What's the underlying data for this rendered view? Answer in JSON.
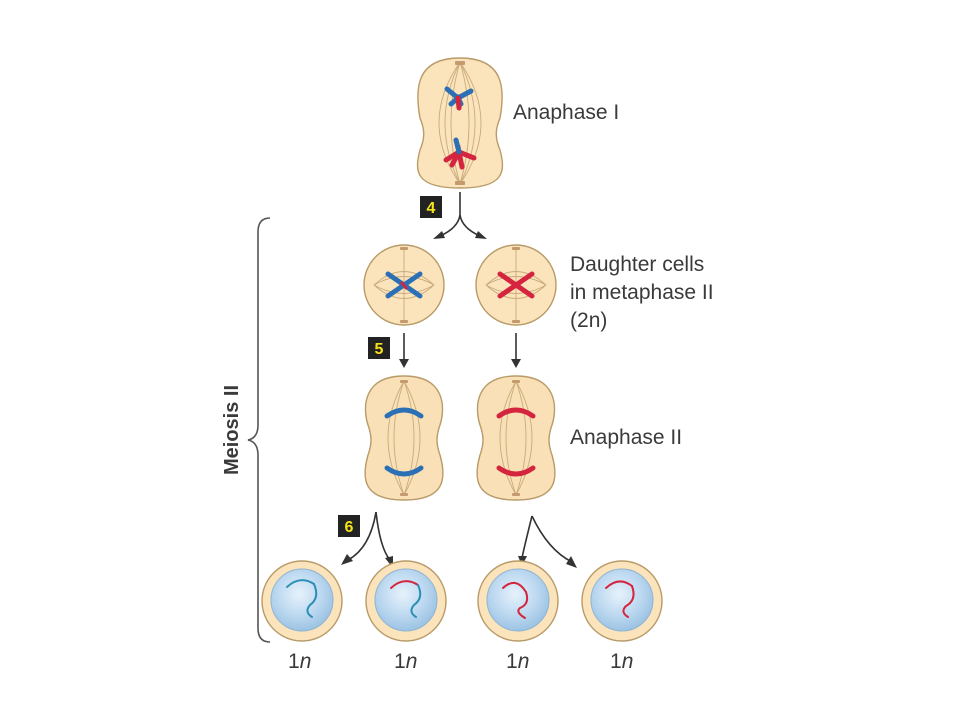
{
  "labels": {
    "anaphase_i": "Anaphase I",
    "daughter_line1": "Daughter cells",
    "daughter_line2": "in metaphase II",
    "daughter_line3_pre": "(2",
    "daughter_line3_n": "n",
    "daughter_line3_post": ")",
    "anaphase_ii": "Anaphase II",
    "meiosis_ii": "Meiosis II"
  },
  "steps": [
    "4",
    "5",
    "6"
  ],
  "ploidy": [
    {
      "num": "1",
      "n": "n"
    },
    {
      "num": "1",
      "n": "n"
    },
    {
      "num": "1",
      "n": "n"
    },
    {
      "num": "1",
      "n": "n"
    }
  ],
  "colors": {
    "blue_chromosome": "#2b6fb5",
    "red_chromosome": "#d4243e",
    "cell_fill": "#fbe3bb",
    "nucleus": "#bcd8f0",
    "badge_fill": "#222222",
    "badge_text": "#f6e21b"
  }
}
